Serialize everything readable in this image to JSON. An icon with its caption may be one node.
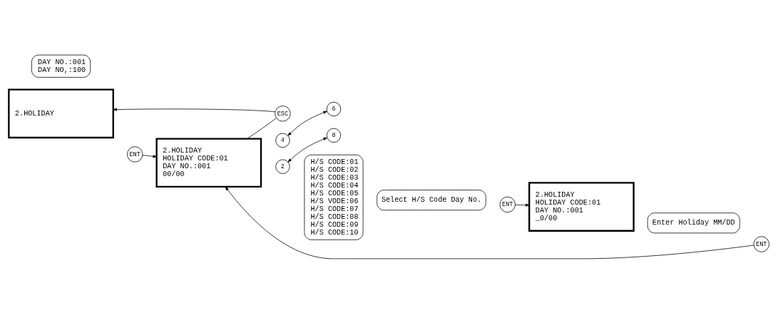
{
  "diagram": {
    "nodes": [
      {
        "text": [
          "2.HOLIDAY"
        ]
      },
      {
        "text": [
          "ENT"
        ]
      },
      {
        "text": [
          "2.HOLIDAY",
          "HOLIDAY CODE:01",
          "DAY NO.:001",
          "00/00"
        ]
      },
      {
        "text": [
          "ESC"
        ]
      },
      {
        "text": [
          "4"
        ]
      },
      {
        "text": [
          "6"
        ]
      },
      {
        "text": [
          "DAY NO.:001",
          "DAY NO,:100"
        ]
      },
      {
        "text": [
          "2"
        ]
      },
      {
        "text": [
          "8"
        ]
      },
      {
        "text": [
          "H/S CODE:01",
          "H/S CODE:02",
          "H/S CODE:03",
          "H/S CODE:04",
          "H/S CODE:05",
          "H/S VODE:06",
          "H/S CODE:07",
          "H/S CODE:08",
          "H/S CODE:09",
          "H/S CODE:10"
        ]
      },
      {
        "text": [
          "Select H/S Code Day No."
        ]
      },
      {
        "text": [
          "ENT"
        ]
      },
      {
        "text": [
          "2.HOLIDAY",
          "HOLIDAY CODE:01",
          "DAY NO.:001",
          "_0/00"
        ]
      },
      {
        "text": [
          "Enter Holiday MM/DD"
        ]
      },
      {
        "text": [
          "ENT"
        ]
      }
    ],
    "edges": [
      {
        "from": 1,
        "to": 2,
        "arrow": "to"
      },
      {
        "from": 2,
        "to": 3,
        "arrow": "none"
      },
      {
        "from": 3,
        "to": 0,
        "arrow": "to"
      },
      {
        "from": 4,
        "to": 5,
        "arrow": "both"
      },
      {
        "from": 7,
        "to": 8,
        "arrow": "both"
      },
      {
        "from": 11,
        "to": 12,
        "arrow": "to"
      },
      {
        "from": 14,
        "to": 2,
        "arrow": "to"
      }
    ]
  }
}
